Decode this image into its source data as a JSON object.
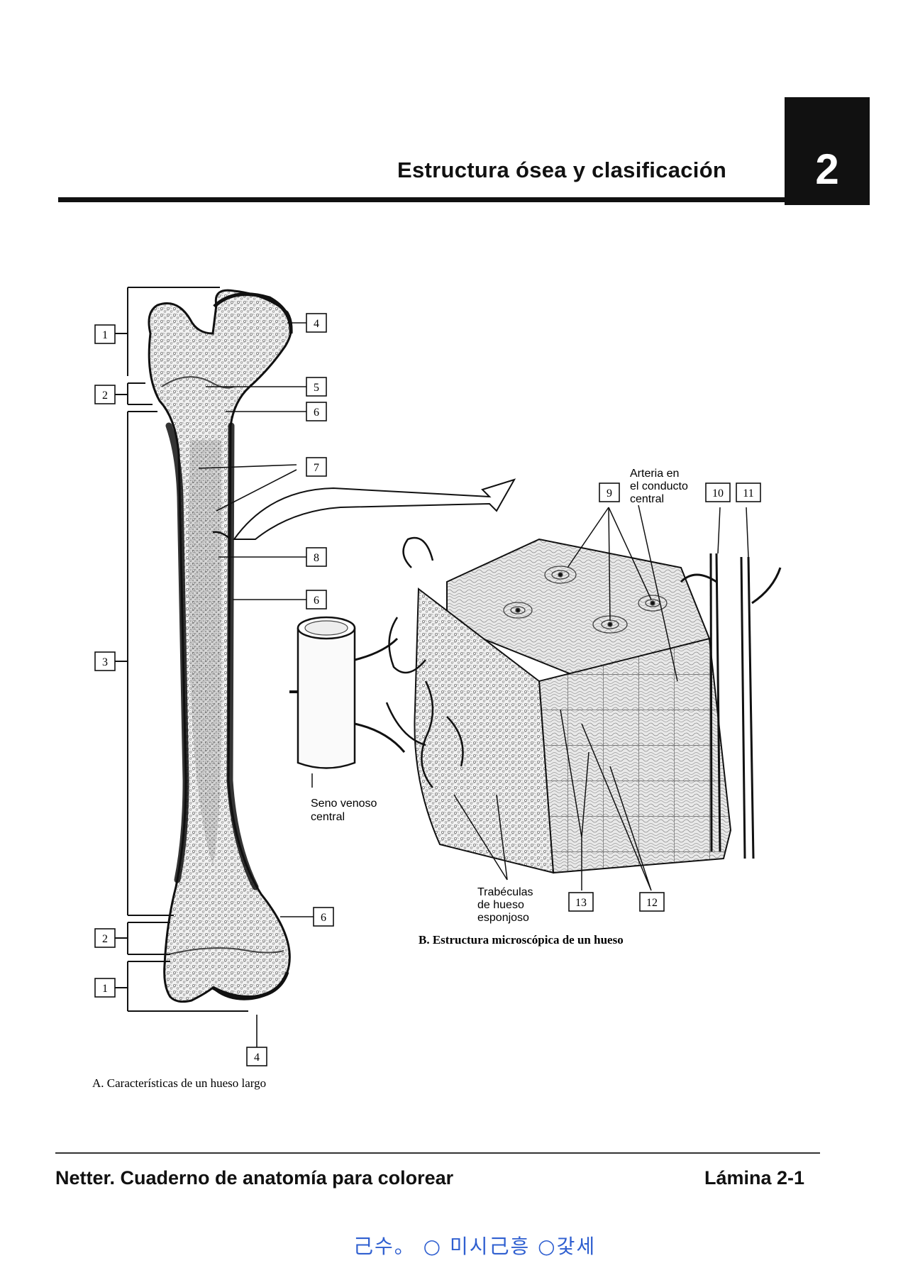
{
  "header": {
    "title": "Estructura ósea y clasificación",
    "chapter_number": "2"
  },
  "panel_a": {
    "caption": "A. Características de un hueso largo",
    "callouts": {
      "left_1_top": "1",
      "left_2_top": "2",
      "left_3": "3",
      "left_2_bottom": "2",
      "left_1_bottom": "1",
      "right_4_top": "4",
      "right_5": "5",
      "right_6_top": "6",
      "right_7": "7",
      "right_8": "8",
      "right_6_mid": "6",
      "right_6_bottom": "6",
      "bottom_4": "4"
    }
  },
  "panel_b": {
    "caption": "B. Estructura microscópica de un hueso",
    "artery_label": [
      "Arteria en",
      "el conducto",
      "central"
    ],
    "sinus_label": [
      "Seno venoso",
      "central"
    ],
    "trabeculae_label": [
      "Trabéculas",
      "de hueso",
      "esponjoso"
    ],
    "callouts": {
      "c9": "9",
      "c10": "10",
      "c11": "11",
      "c12": "12",
      "c13": "13"
    }
  },
  "footer": {
    "book_title": "Netter. Cuaderno de anatomía para colorear",
    "plate": "Lámina 2-1"
  },
  "scan_watermark": "己수。 ○ 미시己흥 ○갗세"
}
